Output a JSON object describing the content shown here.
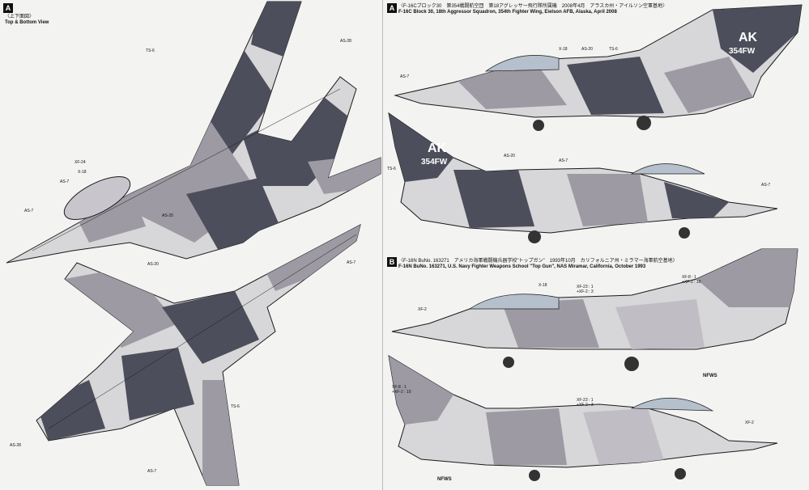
{
  "sections": {
    "left": {
      "badge": "A",
      "title_jp": "〈上下面図〉",
      "title_en": "Top & Bottom View"
    },
    "right_a": {
      "badge": "A",
      "title_jp": "〈F-16Cブロック30　第354戦闘航空団　第18アグレッサー飛行隊所属機　2008年4月　アラスカ州・アイルソン空軍基地〉",
      "title_en": "F-16C Block 30, 18th Aggressor Squadron, 354th Fighter Wing, Eielson AFB, Alaska, April 2008"
    },
    "right_b": {
      "badge": "B",
      "title_jp": "〈F-16N BuNo. 163271　アメリカ海軍戦闘機兵器学校\"トップガン\"　1993年10月　カリフォルニア州・ミラマー海軍航空基地〉",
      "title_en": "F-16N BuNo. 163271, U.S. Navy Fighter Weapons School \"Top Gun\", NAS Miramar, California, October 1993"
    }
  },
  "markings": {
    "tail_code": "AK",
    "tail_wing": "354FW",
    "nfws": "NFWS"
  },
  "paint_codes": {
    "as28": "AS-28",
    "ts6": "TS-6",
    "xf24": "XF-24",
    "x18": "X-18",
    "as7": "AS-7",
    "as20": "AS-20",
    "xf2": "XF-2",
    "mix1": "XF-23 : 1",
    "mix2": "+XF-2 : 3",
    "mix3": "XF-8 : 1",
    "mix4": "+XF-2 : 10",
    "mix5": "XF-8 : 1",
    "mix6": "+XF-2 : 10"
  },
  "colors": {
    "background": "#f3f3f1",
    "camo_dark": "#4d4e5b",
    "camo_mid": "#9d9aa3",
    "camo_light": "#d7d6d8",
    "line": "#1a1a1a"
  }
}
